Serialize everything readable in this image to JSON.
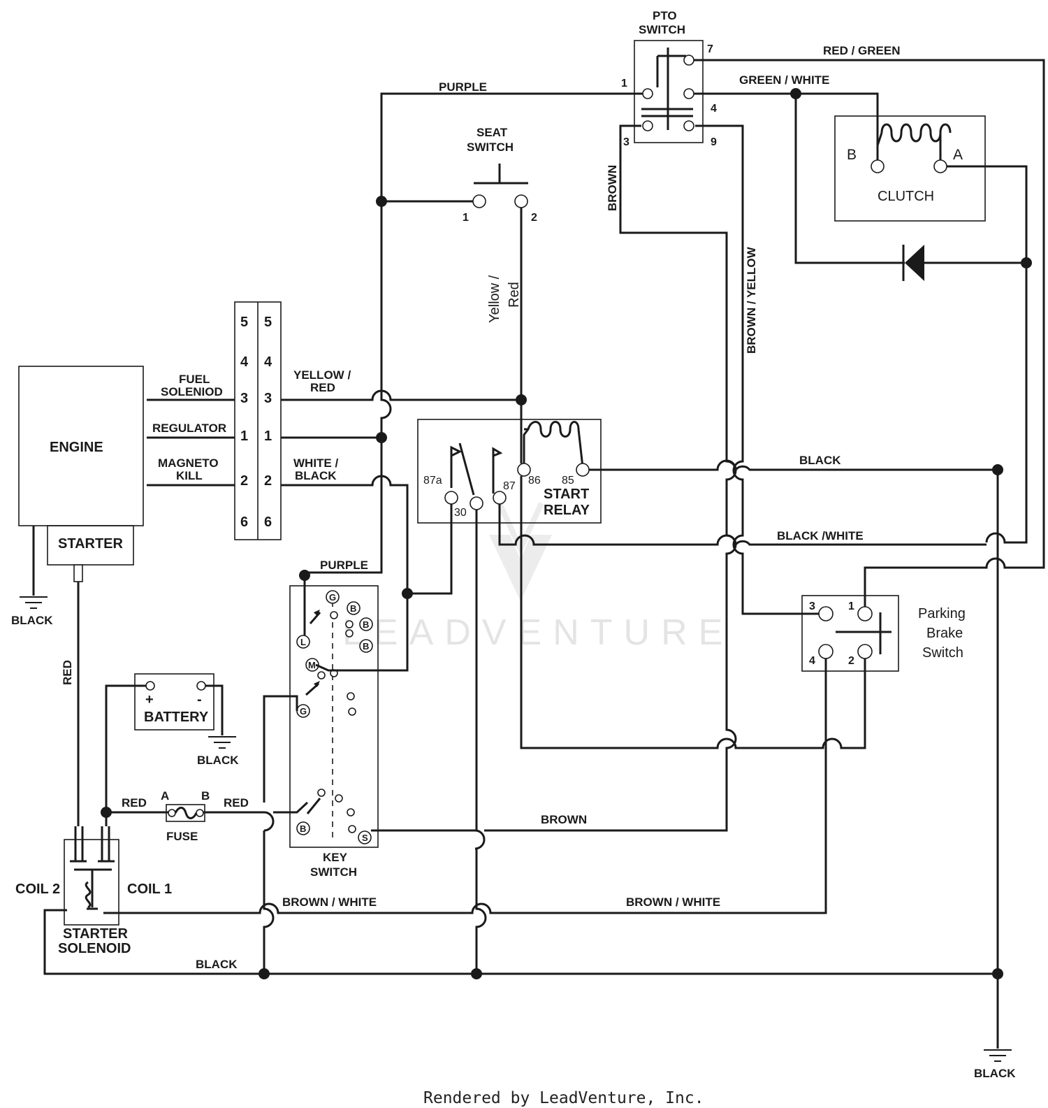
{
  "footer": "Rendered by LeadVenture, Inc.",
  "watermark": "LEADVENTURE",
  "components": {
    "engine": "ENGINE",
    "starter": "STARTER",
    "battery": "BATTERY",
    "battery_plus": "+",
    "battery_minus": "-",
    "fuse": "FUSE",
    "fuse_a": "A",
    "fuse_b": "B",
    "pto_switch": [
      "PTO",
      "SWITCH"
    ],
    "pto_pins": [
      "7",
      "1",
      "4",
      "3",
      "9"
    ],
    "seat_switch": [
      "SEAT",
      "SWITCH"
    ],
    "seat_pins": [
      "1",
      "2"
    ],
    "clutch": "CLUTCH",
    "clutch_b": "B",
    "clutch_a": "A",
    "start_relay": [
      "START",
      "RELAY"
    ],
    "relay_pins": [
      "87a",
      "30",
      "87",
      "86",
      "85"
    ],
    "key_switch": [
      "KEY",
      "SWITCH"
    ],
    "key_pins": [
      "G",
      "B",
      "B",
      "B",
      "L",
      "M",
      "G",
      "B",
      "S"
    ],
    "parking_brake": [
      "Parking",
      "Brake",
      "Switch"
    ],
    "brake_pins": [
      "3",
      "1",
      "4",
      "2"
    ],
    "starter_solenoid": [
      "STARTER",
      "SOLENOID"
    ],
    "coil_2": "COIL 2",
    "coil_1": "COIL 1",
    "connector_left": [
      "5",
      "4",
      "3",
      "1",
      "2",
      "6"
    ],
    "connector_right": [
      "5",
      "4",
      "3",
      "1",
      "2",
      "6"
    ]
  },
  "wires": {
    "red_green": "RED / GREEN",
    "purple_top": "PURPLE",
    "green_white": "GREEN / WHITE",
    "brown_pto": "BROWN",
    "brown_yellow": "BROWN / YELLOW",
    "yellow_red_vertical": [
      "Yellow /",
      "Red"
    ],
    "fuel_solenoid": [
      "FUEL",
      "SOLENIOD"
    ],
    "regulator": "REGULATOR",
    "magneto_kill": [
      "MAGNETO",
      "KILL"
    ],
    "yellow_red": [
      "YELLOW /",
      "RED"
    ],
    "white_black": [
      "WHITE /",
      "BLACK"
    ],
    "black_relay": "BLACK",
    "black_white": "BLACK /WHITE",
    "purple_key": "PURPLE",
    "black_engine": "BLACK",
    "red_vertical": "RED",
    "black_battery": "BLACK",
    "red_left": "RED",
    "red_right": "RED",
    "brown_key": "BROWN",
    "brown_white_left": "BROWN / WHITE",
    "brown_white_right": "BROWN / WHITE",
    "black_bottom": "BLACK",
    "black_ground": "BLACK"
  }
}
